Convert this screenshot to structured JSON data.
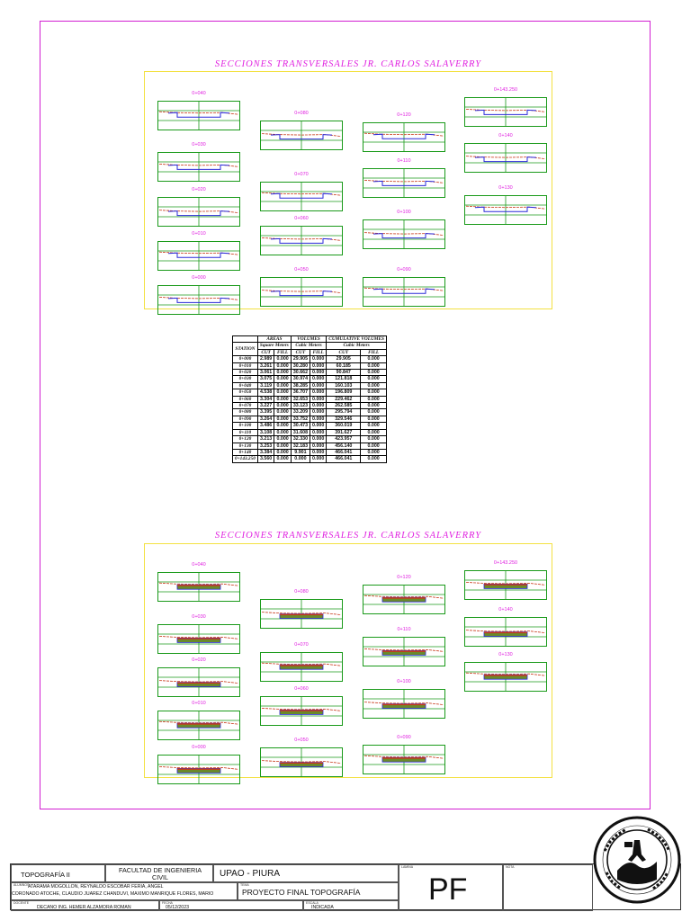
{
  "titles": {
    "top": "SECCIONES TRANSVERSALES JR. CARLOS SALAVERRY",
    "bottom": "SECCIONES TRANSVERSALES JR. CARLOS SALAVERRY"
  },
  "sections": [
    "0+040",
    "0+030",
    "0+020",
    "0+010",
    "0+000",
    "0+080",
    "0+070",
    "0+060",
    "0+050",
    "0+120",
    "0+110",
    "0+100",
    "0+090",
    "0+143.250",
    "0+140",
    "0+130"
  ],
  "table": {
    "group_headers": [
      "AREAS",
      "VOLUMES",
      "CUMULATIVE VOLUMES"
    ],
    "units": [
      "Square Meters",
      "Cubic Meters",
      "Cubic Meters"
    ],
    "station_label": "STATION",
    "sub_headers": [
      "CUT",
      "FILL",
      "CUT",
      "FILL",
      "CUT",
      "FILL"
    ],
    "rows": [
      [
        "0+000",
        "2.989",
        "0.000",
        "29.905",
        "0.000",
        "29.905",
        "0.000"
      ],
      [
        "0+010",
        "3.261",
        "0.000",
        "30.280",
        "0.000",
        "60.185",
        "0.000"
      ],
      [
        "0+020",
        "3.061",
        "0.000",
        "30.662",
        "0.000",
        "90.847",
        "0.000"
      ],
      [
        "0+030",
        "3.075",
        "0.000",
        "30.974",
        "0.000",
        "121.818",
        "0.000"
      ],
      [
        "0+040",
        "3.119",
        "0.000",
        "38.285",
        "0.000",
        "160.103",
        "0.000"
      ],
      [
        "0+050",
        "4.538",
        "0.000",
        "36.707",
        "0.000",
        "196.809",
        "0.000"
      ],
      [
        "0+060",
        "3.304",
        "0.000",
        "32.653",
        "0.000",
        "229.462",
        "0.000"
      ],
      [
        "0+070",
        "3.227",
        "0.000",
        "33.123",
        "0.000",
        "262.585",
        "0.000"
      ],
      [
        "0+080",
        "3.395",
        "0.000",
        "33.209",
        "0.000",
        "295.794",
        "0.000"
      ],
      [
        "0+090",
        "3.264",
        "0.000",
        "33.752",
        "0.000",
        "329.546",
        "0.000"
      ],
      [
        "0+100",
        "3.486",
        "0.000",
        "30.473",
        "0.000",
        "360.019",
        "0.000"
      ],
      [
        "0+110",
        "3.108",
        "0.000",
        "31.608",
        "0.000",
        "391.627",
        "0.000"
      ],
      [
        "0+120",
        "3.213",
        "0.000",
        "32.330",
        "0.000",
        "423.957",
        "0.000"
      ],
      [
        "0+130",
        "3.253",
        "0.000",
        "32.183",
        "0.000",
        "456.140",
        "0.000"
      ],
      [
        "0+140",
        "3.384",
        "0.000",
        "9.901",
        "0.000",
        "466.041",
        "0.000"
      ],
      [
        "0+143.250",
        "3.560",
        "0.000",
        "0.000",
        "0.000",
        "466.041",
        "0.000"
      ]
    ]
  },
  "titleblock": {
    "course": "TOPOGRAFÍA II",
    "faculty": "FACULTAD DE INGENIERIA CIVIL",
    "university": "UPAO - PIURA",
    "students_label": "ALUMNOS",
    "students_line1": "ATARAMA MOGOLLON, REYNALDO    ESCOBAR FERIA, ANGEL",
    "students_line2": "CORONADO ATOCHE, CLAUDIO  JUAREZ CHANDUVI, MAXIMO   MANRIQUE FLORES, MARIO",
    "teacher_label": "DOCENTE",
    "teacher": "DECANO ING. HEMER ALZAMORA ROMAN",
    "date_label": "FECHA",
    "date": "05/12/2023",
    "topic_label": "TEMA",
    "topic": "PROYECTO FINAL TOPOGRAFÍA",
    "scale_label": "ESCALA",
    "scale": "INDICADA",
    "sheet_label": "LAMINA",
    "sheet": "PF",
    "note_label": "NOTA"
  },
  "colors": {
    "frame": "#d21fd2",
    "grid": "#1a9a1a",
    "panel": "#f3e142",
    "road": "#2a2ad8",
    "ground": "#c83a1a"
  }
}
